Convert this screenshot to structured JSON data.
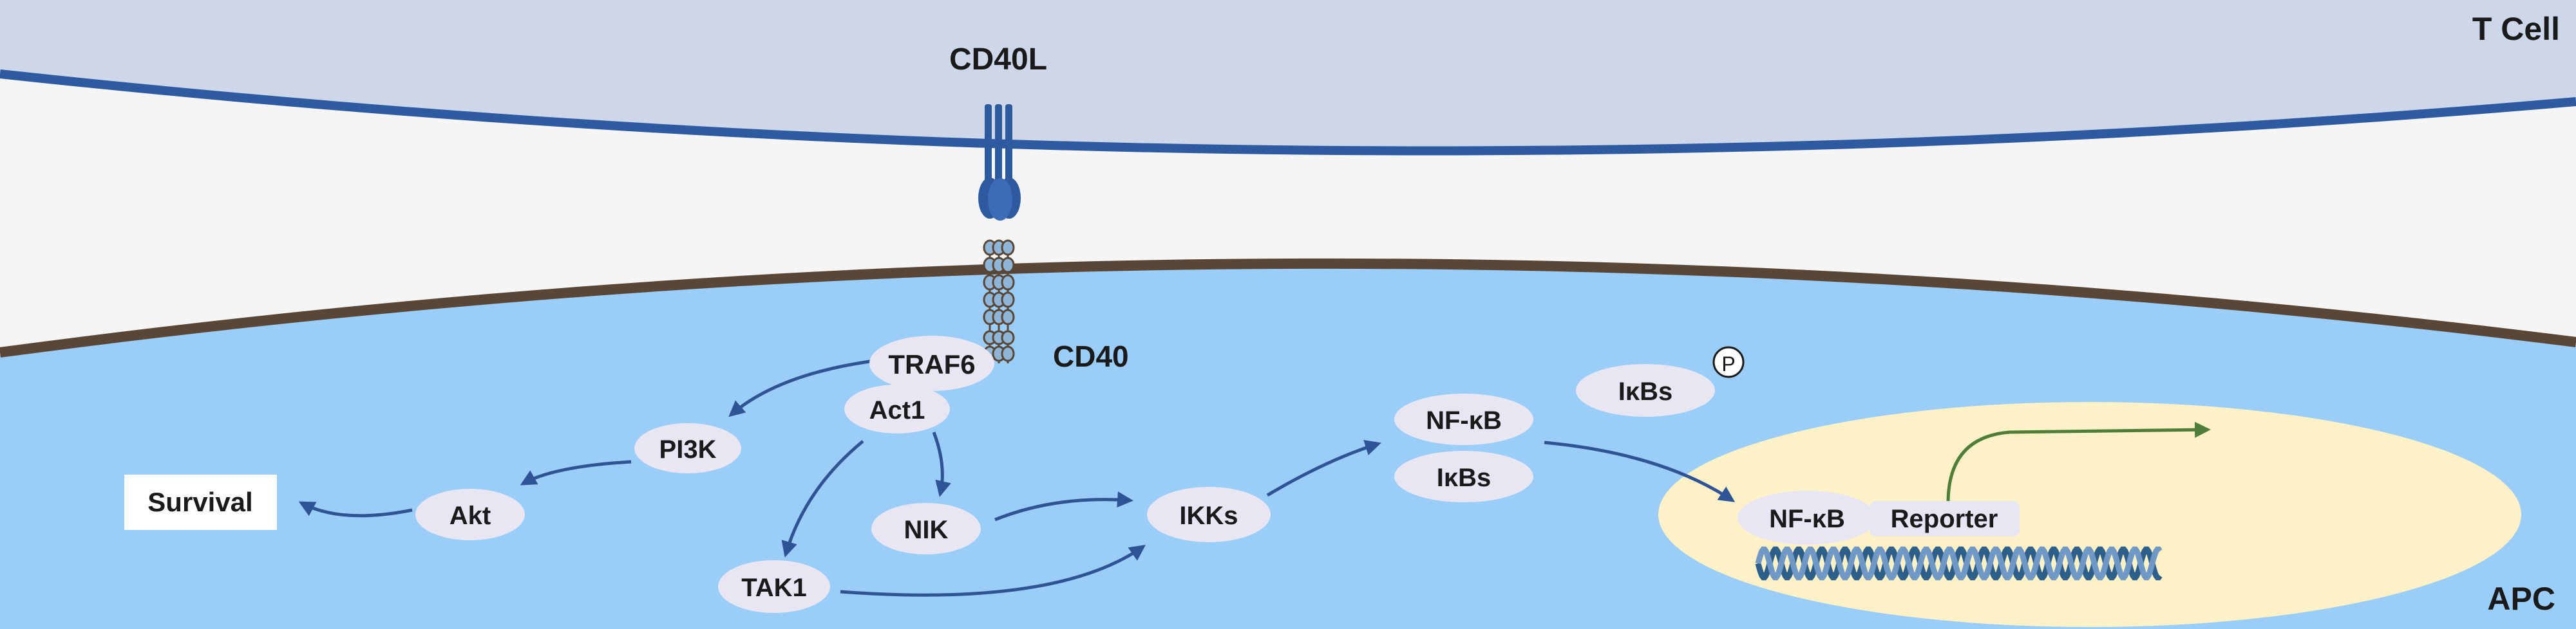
{
  "labels": {
    "t_cell": "T Cell",
    "apc": "APC",
    "cd40l": "CD40L",
    "cd40": "CD40"
  },
  "nodes": {
    "traf6": "TRAF6",
    "act1": "Act1",
    "pi3k": "PI3K",
    "akt": "Akt",
    "survival": "Survival",
    "nik": "NIK",
    "tak1": "TAK1",
    "ikks": "IKKs",
    "nfkb_complex": "NF-κB",
    "ikbs_complex": "IκBs",
    "ikbs_phospho": "IκBs",
    "phospho": "P",
    "nfkb_nucleus": "NF-κB",
    "reporter": "Reporter"
  },
  "colors": {
    "t_cell_fill": "#cdd7e9",
    "t_cell_membrane": "#2e5aa0",
    "extracellular": "#f5f5f5",
    "apc_fill": "#9acdf7",
    "apc_membrane": "#5a4636",
    "node_fill": "#e9e6f4",
    "arrow": "#2f5496",
    "nucleus": "#fdf1c8",
    "transcription_arrow": "#4f7d3a",
    "dna": "#2e5f8a"
  }
}
